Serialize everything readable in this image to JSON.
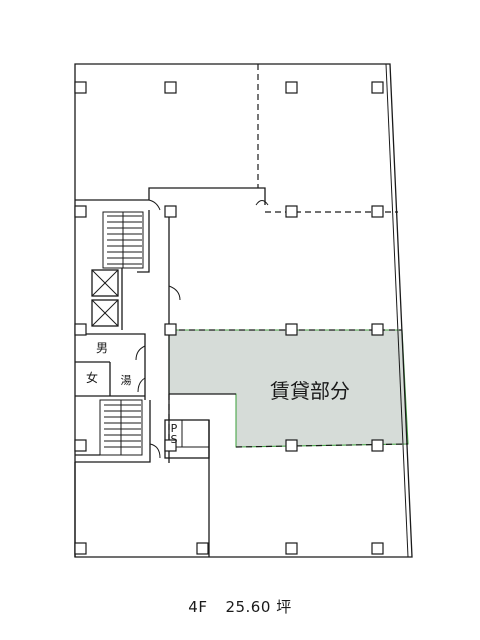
{
  "plan": {
    "rental_label": "賃貸部分",
    "room_men": "男",
    "room_women": "女",
    "room_kitchen": "湯",
    "ps_p": "P",
    "ps_s": "S"
  },
  "caption": {
    "floor": "4F",
    "area": "25.60",
    "unit": "坪"
  },
  "colors": {
    "rental_fill": "#d6dcd8",
    "rental_border": "#49a649",
    "line": "#1a1a1a"
  }
}
